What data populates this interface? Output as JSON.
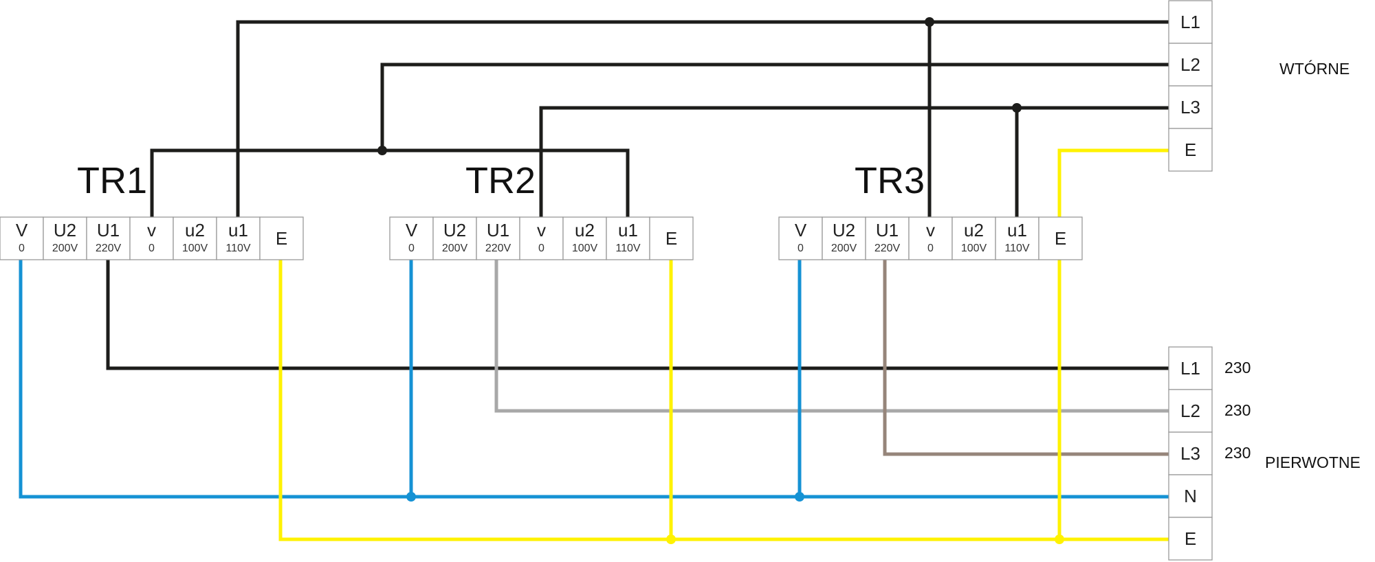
{
  "colors": {
    "black": "#1d1d1b",
    "blue": "#1592d4",
    "yellow": "#fff200",
    "gray": "#a8a8a8",
    "brown": "#96857a",
    "box_border": "#999999"
  },
  "transformers": [
    {
      "name": "TR1",
      "terminals": [
        {
          "top": "V",
          "bottom": "0"
        },
        {
          "top": "U2",
          "bottom": "200V"
        },
        {
          "top": "U1",
          "bottom": "220V"
        },
        {
          "top": "v",
          "bottom": "0"
        },
        {
          "top": "u2",
          "bottom": "100V"
        },
        {
          "top": "u1",
          "bottom": "110V"
        },
        {
          "top": "E",
          "bottom": ""
        }
      ]
    },
    {
      "name": "TR2",
      "terminals": [
        {
          "top": "V",
          "bottom": "0"
        },
        {
          "top": "U2",
          "bottom": "200V"
        },
        {
          "top": "U1",
          "bottom": "220V"
        },
        {
          "top": "v",
          "bottom": "0"
        },
        {
          "top": "u2",
          "bottom": "100V"
        },
        {
          "top": "u1",
          "bottom": "110V"
        },
        {
          "top": "E",
          "bottom": ""
        }
      ]
    },
    {
      "name": "TR3",
      "terminals": [
        {
          "top": "V",
          "bottom": "0"
        },
        {
          "top": "U2",
          "bottom": "200V"
        },
        {
          "top": "U1",
          "bottom": "220V"
        },
        {
          "top": "v",
          "bottom": "0"
        },
        {
          "top": "u2",
          "bottom": "100V"
        },
        {
          "top": "u1",
          "bottom": "110V"
        },
        {
          "top": "E",
          "bottom": ""
        }
      ]
    }
  ],
  "secondary": {
    "label": "WTÓRNE",
    "terminals": [
      "L1",
      "L2",
      "L3",
      "E"
    ]
  },
  "primary": {
    "label": "PIERWOTNE",
    "terminals": [
      "L1",
      "L2",
      "L3",
      "N",
      "E"
    ],
    "voltages": [
      "230",
      "230",
      "230"
    ]
  }
}
